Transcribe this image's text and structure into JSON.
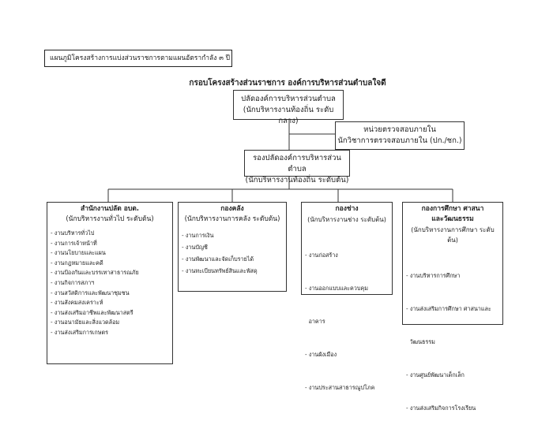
{
  "header_label": "แผนภูมิโครงสร้างการแบ่งส่วนราชการตามแผนอัตรากำลัง ๓ ปี",
  "chart_title": "กรอบโครงสร้างส่วนราชการ องค์การบริหารส่วนตำบลใจดี",
  "top": {
    "title": "ปลัดองค์การบริหารส่วนตำบล",
    "subtitle": "(นักบริหารงานท้องถิ่น ระดับกลาง)"
  },
  "audit": {
    "title": "หน่วยตรวจสอบภายใน",
    "subtitle": "นักวิชาการตรวจสอบภายใน (ปก./ชก.)"
  },
  "deputy": {
    "title": "รองปลัดองค์การบริหารส่วนตำบล",
    "subtitle": "(นักบริหารงานท้องถิ่น ระดับต้น)"
  },
  "departments": [
    {
      "title": "สำนักงานปลัด อบต.",
      "subtitle": "(นักบริหารงานทั่วไป  ระดับต้น)",
      "items": [
        "- งานบริหารทั่วไป",
        "- งานการเจ้าหน้าที่",
        "- งานนโยบายและแผน",
        "- งานกฎหมายและคดี",
        "- งานป้องกันและบรรเทาสาธารณภัย",
        "- งานกิจการสภาฯ",
        "- งานสวัสดิการและพัฒนาชุมชน",
        "- งานสังคมสงเคราะห์",
        "- งานส่งเสริมอาชีพและพัฒนาสตรี",
        "- งานอนามัยและสิ่งแวดล้อม",
        "- งานส่งเสริมการเกษตร"
      ]
    },
    {
      "title": "กองคลัง",
      "subtitle": "(นักบริหารงานการคลัง ระดับต้น)",
      "items": [
        "- งานการเงิน",
        "- งานบัญชี",
        "- งานพัฒนาและจัดเก็บรายได้",
        "- งานทะเบียนทรัพย์สินและพัสดุ"
      ]
    },
    {
      "title": "กองช่าง",
      "subtitle": "(นักบริหารงานช่าง ระดับต้น)",
      "items": [
        "- งานก่อสร้าง",
        "- งานออกแบบและควบคุม",
        "  อาคาร",
        "- งานผังเมือง",
        "- งานประสานสาธารณูปโภค"
      ]
    },
    {
      "title": "กองการศึกษา ศาสนา",
      "title2": "และวัฒนธรรม",
      "subtitle": "(นักบริหารงานการศึกษา ระดับต้น)",
      "items": [
        "- งานบริหารการศึกษา",
        "- งานส่งเสริมการศึกษา ศาสนาและ",
        "  วัฒนธรรม",
        "- งานศูนย์พัฒนาเด็กเล็ก",
        "- งานส่งเสริมกิจการโรงเรียน"
      ]
    }
  ]
}
